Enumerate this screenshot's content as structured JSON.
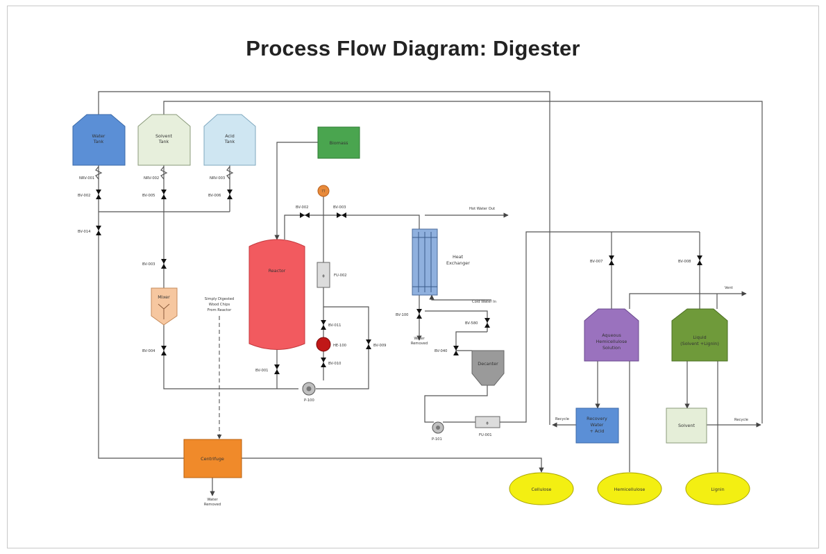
{
  "title": "Process Flow Diagram: Digester",
  "equipment": {
    "water_tank": [
      "Water",
      "Tank"
    ],
    "solvent_tank": [
      "Solvent",
      "Tank"
    ],
    "acid_tank": [
      "Acid",
      "Tank"
    ],
    "biomass": "Biomass",
    "reactor": "Reactor",
    "mixer": "Mixer",
    "heat_exchanger": [
      "Heat",
      "Exchanger"
    ],
    "decanter": "Decanter",
    "centrifuge": "Centrifuge",
    "hemicellulose_solution": [
      "Aqueous",
      "Hemicellulose",
      "Solution"
    ],
    "lignin_solution": [
      "Liquid",
      "(Solvent +Lignin)"
    ],
    "recovery_tank": [
      "Recovery",
      "Water",
      "+ Acid"
    ],
    "solvent_recovery": "Solvent",
    "cellulose": "Cellulose",
    "hemicellulose": "Hemicellulose",
    "lignin": "Lignin",
    "filter_reactor": "FU-002",
    "filter_decanter": "FU-001",
    "pump_reactor": "P-100",
    "pump_decanter": "P-101",
    "heater": "HE-100",
    "temp_indicator": "TT"
  },
  "valves": {
    "water": "BV-002",
    "solvent": "BV-005",
    "acid": "BV-006",
    "water_bypass": "BV-014",
    "mixer_in": "BV-003",
    "mixer_out": "BV-004",
    "reactor_drain": "BV-001",
    "gas_1": "BV-002",
    "gas_2": "BV-003",
    "heater_in": "BV-011",
    "heater_out": "BV-010",
    "loop": "BV-009",
    "hx_out": "BV-100",
    "decanter_top": "BV-580",
    "decanter_in": "BV-040",
    "hemi": "BV-007",
    "lignin": "BV-008",
    "nrv_water": "NRV-001",
    "nrv_solvent": "NRV-002",
    "nrv_acid": "NRV-003"
  },
  "stream_labels": {
    "hot_water_out": "Hot Water Out",
    "cold_water_in": "Cold Water In",
    "water_removed_hx": [
      "Water",
      "Removed"
    ],
    "water_removed_centrifuge": [
      "Water",
      "Removed"
    ],
    "vent": "Vent",
    "recycle_left": "Recycle",
    "recycle_right": "Recycle",
    "wood_chips": [
      "Simply Digested",
      "Wood Chips",
      "From Reactor"
    ]
  },
  "colors": {
    "water_tank": "#5b8fd6",
    "solvent_tank": "#e7efdc",
    "acid_tank": "#cfe6f2",
    "biomass": "#4aa54f",
    "reactor": "#f25a5f",
    "mixer": "#f6c7a0",
    "heat_exchanger": "#8fb0de",
    "decanter": "#9a9a9a",
    "centrifuge": "#f08a2a",
    "hemicellulose_solution": "#9a72be",
    "lignin_solution": "#6f9a3a",
    "recovery_tank": "#5b8fd6",
    "solvent_recovery": "#e5eed8",
    "product": "#f3ef12",
    "heater": "#c01818",
    "temp_indicator": "#e88a3a"
  }
}
